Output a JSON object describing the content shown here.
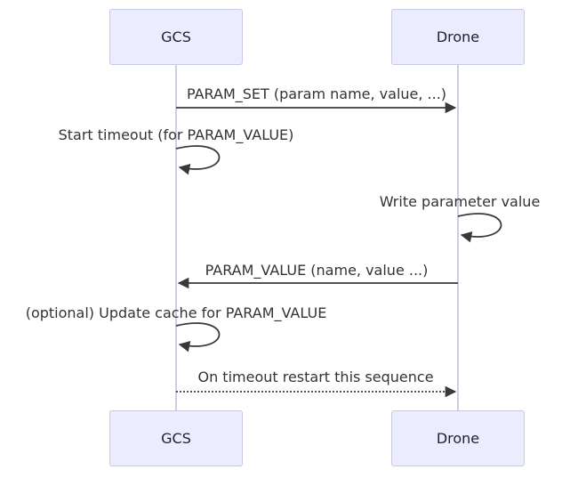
{
  "actors": [
    {
      "label": "GCS"
    },
    {
      "label": "Drone"
    }
  ],
  "messages": [
    {
      "label": "PARAM_SET (param name, value, ...)",
      "from": "GCS",
      "to": "Drone",
      "style": "solid-arrow"
    },
    {
      "label": "Start timeout (for PARAM_VALUE)",
      "from": "GCS",
      "to": "GCS",
      "style": "self-loop"
    },
    {
      "label": "Write parameter value",
      "from": "Drone",
      "to": "Drone",
      "style": "self-loop"
    },
    {
      "label": "PARAM_VALUE (name, value ...)",
      "from": "Drone",
      "to": "GCS",
      "style": "solid-arrow"
    },
    {
      "label": "(optional) Update cache for PARAM_VALUE",
      "from": "GCS",
      "to": "GCS",
      "style": "self-loop"
    },
    {
      "label": "On timeout restart this sequence",
      "from": "GCS",
      "to": "Drone",
      "style": "dashed-arrow"
    }
  ],
  "colors": {
    "actor_fill": "#ECECFF",
    "actor_border": "#c8c8e8",
    "lifeline": "#cfcce4",
    "arrow": "#393939",
    "message_text": "#333333",
    "background": "#ffffff"
  }
}
